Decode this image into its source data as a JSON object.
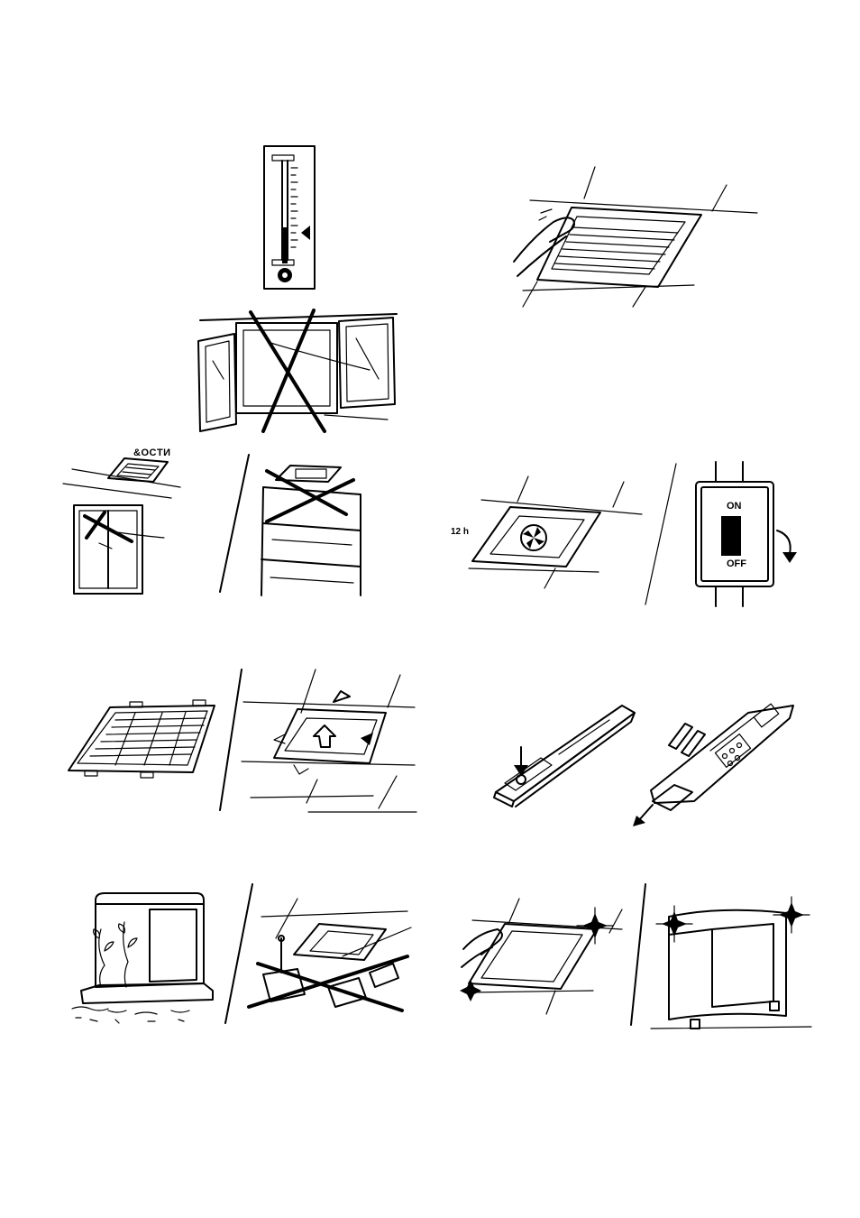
{
  "labels": {
    "dust_sign": "&OCTИ",
    "fan_timer": "12 h",
    "switch_on": "ON",
    "switch_off": "OFF"
  },
  "colors": {
    "ink": "#000000",
    "paper": "#ffffff"
  },
  "icons": [
    "thermometer-icon",
    "fan-icon",
    "battery-icon",
    "arrow-down-icon",
    "arrow-up-icon",
    "curved-arrow-icon",
    "cross-mark-icon",
    "sparkle-icon"
  ]
}
